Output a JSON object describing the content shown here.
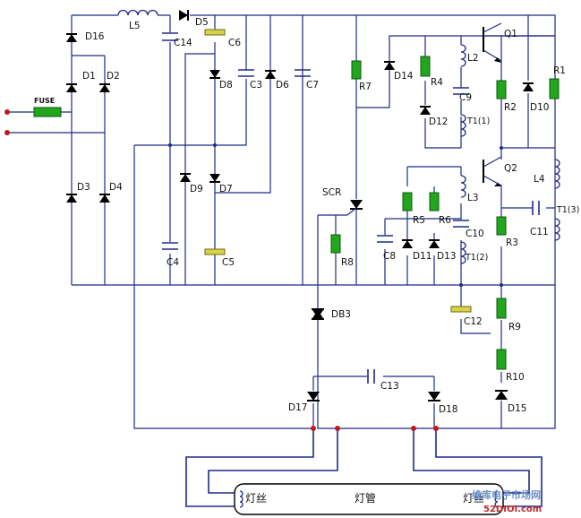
{
  "labels": {
    "fuse": "FUSE",
    "L5": "L5",
    "D5": "D5",
    "C14": "C14",
    "C6": "C6",
    "D16": "D16",
    "D1": "D1",
    "D2": "D2",
    "D3": "D3",
    "D4": "D4",
    "D8": "D8",
    "C3": "C3",
    "D6": "D6",
    "C7": "C7",
    "D9": "D9",
    "D7": "D7",
    "C4": "C4",
    "C5": "C5",
    "R7": "R7",
    "D14": "D14",
    "R4": "R4",
    "L2": "L2",
    "C9": "C9",
    "D12": "D12",
    "T1_1": "T1(1)",
    "Q1": "Q1",
    "R2": "R2",
    "D10": "D10",
    "R1": "R1",
    "Q2": "Q2",
    "L4": "L4",
    "T1_3": "T1(3)",
    "SCR": "SCR",
    "R8": "R8",
    "L3": "L3",
    "R5": "R5",
    "R6": "R6",
    "C8": "C8",
    "D11": "D11",
    "D13": "D13",
    "C10": "C10",
    "T1_2": "T1(2)",
    "R3": "R3",
    "C11": "C11",
    "DB3": "DB3",
    "C12": "C12",
    "R9": "R9",
    "R10": "R10",
    "D15": "D15",
    "C13": "C13",
    "D17": "D17",
    "D18": "D18",
    "filament_left": "灯丝",
    "lamp_tube": "灯管",
    "filament_right": "灯丝"
  },
  "watermark": {
    "top": "维库电子市场网",
    "bottom": "52DIOI.com"
  },
  "colors": {
    "wire": "#1f2a8a",
    "resistor": "#22a61e",
    "electrolytic_cap": "#d8d24a",
    "terminal": "#c0181d"
  }
}
